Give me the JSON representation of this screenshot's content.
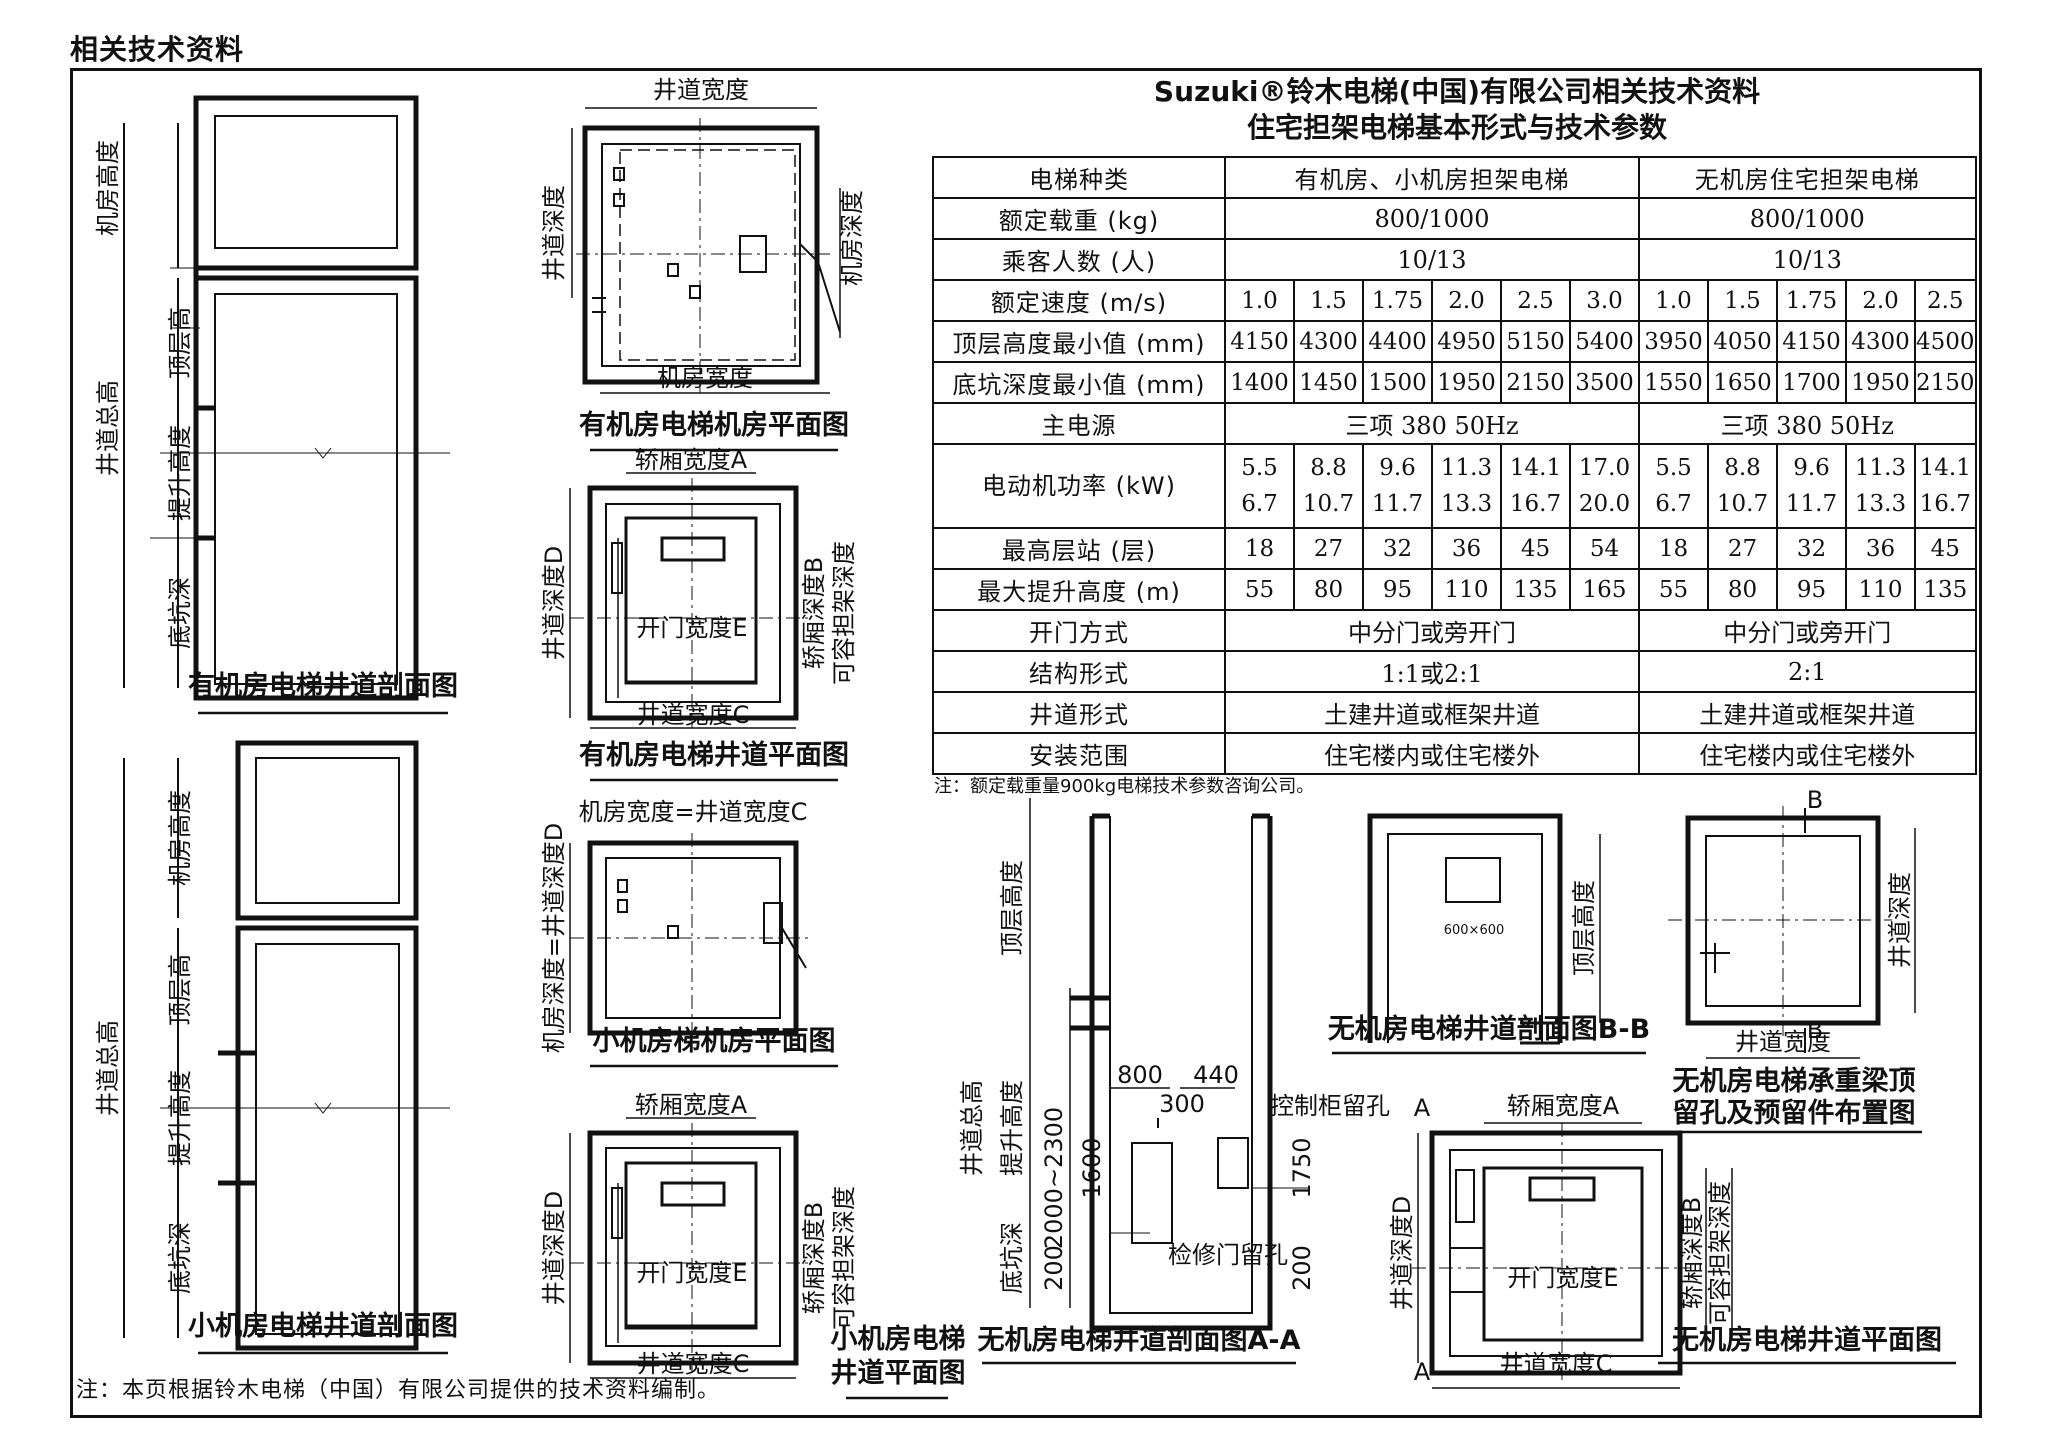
{
  "header": "相关技术资料",
  "footnote": "注：本页根据铃木电梯（中国）有限公司提供的技术资料编制。",
  "table": {
    "title_line1": "Suzuki®铃木电梯(中国)有限公司相关技术资料",
    "title_line2": "住宅担架电梯基本形式与技术参数",
    "col_headers": [
      "电梯种类",
      "有机房、小机房担架电梯",
      "无机房住宅担架电梯"
    ],
    "rows": [
      {
        "label": "额定载重 (kg)",
        "a": "800/1000",
        "b": "800/1000"
      },
      {
        "label": "乘客人数 (人)",
        "a": "10/13",
        "b": "10/13"
      },
      {
        "label": "额定速度 (m/s)",
        "a_vals": [
          "1.0",
          "1.5",
          "1.75",
          "2.0",
          "2.5",
          "3.0"
        ],
        "b_vals": [
          "1.0",
          "1.5",
          "1.75",
          "2.0",
          "2.5"
        ]
      },
      {
        "label": "顶层高度最小值 (mm)",
        "a_vals": [
          "4150",
          "4300",
          "4400",
          "4950",
          "5150",
          "5400"
        ],
        "b_vals": [
          "3950",
          "4050",
          "4150",
          "4300",
          "4500"
        ]
      },
      {
        "label": "底坑深度最小值 (mm)",
        "a_vals": [
          "1400",
          "1450",
          "1500",
          "1950",
          "2150",
          "3500"
        ],
        "b_vals": [
          "1550",
          "1650",
          "1700",
          "1950",
          "2150"
        ]
      },
      {
        "label": "主电源",
        "a": "三项 380 50Hz",
        "b": "三项 380 50Hz"
      },
      {
        "label": "电动机功率 (kW)",
        "a_line1": [
          "5.5",
          "8.8",
          "9.6",
          "11.3",
          "14.1",
          "17.0"
        ],
        "a_line2": [
          "6.7",
          "10.7",
          "11.7",
          "13.3",
          "16.7",
          "20.0"
        ],
        "b_line1": [
          "5.5",
          "8.8",
          "9.6",
          "11.3",
          "14.1"
        ],
        "b_line2": [
          "6.7",
          "10.7",
          "11.7",
          "13.3",
          "16.7"
        ]
      },
      {
        "label": "最高层站 (层)",
        "a_vals": [
          "18",
          "27",
          "32",
          "36",
          "45",
          "54"
        ],
        "b_vals": [
          "18",
          "27",
          "32",
          "36",
          "45"
        ]
      },
      {
        "label": "最大提升高度 (m)",
        "a_vals": [
          "55",
          "80",
          "95",
          "110",
          "135",
          "165"
        ],
        "b_vals": [
          "55",
          "80",
          "95",
          "110",
          "135"
        ]
      },
      {
        "label": "开门方式",
        "a": "中分门或旁开门",
        "b": "中分门或旁开门"
      },
      {
        "label": "结构形式",
        "a": "1:1或2:1",
        "b": "2:1"
      },
      {
        "label": "井道形式",
        "a": "土建井道或框架井道",
        "b": "土建井道或框架井道"
      },
      {
        "label": "安装范围",
        "a": "住宅楼内或住宅楼外",
        "b": "住宅楼内或住宅楼外"
      }
    ],
    "note": "注：额定载重量900kg电梯技术参数咨询公司。"
  },
  "captions": {
    "mr_section": "有机房电梯井道剖面图",
    "mr_machine_plan": "有机房电梯机房平面图",
    "mr_shaft_plan": "有机房电梯井道平面图",
    "smr_section": "小机房电梯井道剖面图",
    "smr_machine_plan": "小机房梯机房平面图",
    "smr_shaft_plan_1": "小机房电梯",
    "smr_shaft_plan_2": "井道平面图",
    "mrl_section_aa": "无机房电梯井道剖面图A-A",
    "mrl_section_bb": "无机房电梯井道剖面图B-B",
    "mrl_beam_1": "无机房电梯承重梁顶",
    "mrl_beam_2": "留孔及预留件布置图",
    "mrl_shaft_plan": "无机房电梯井道平面图"
  },
  "labels": {
    "machine_room_height": "机房高度",
    "top_floor_height_short": "顶层高",
    "top_floor_height": "顶层高度",
    "shaft_total_height": "井道总高",
    "lift_height": "提升高度",
    "pit_depth": "底坑深",
    "shaft_width": "井道宽度",
    "shaft_depth": "井道深度",
    "machine_room_width": "机房宽度",
    "machine_room_depth": "机房深度",
    "car_width_a": "轿厢宽度A",
    "shaft_depth_d": "井道深度D",
    "car_depth_b": "轿厢深度B",
    "stretcher_depth": "可容担架深度",
    "door_width_e": "开门宽度E",
    "shaft_width_c": "井道宽度C",
    "mr_width_eq": "机房宽度=井道宽度C",
    "mr_depth_eq": "机房深度=井道深度D",
    "hole_600": "600×600",
    "control_cabinet_hole": "控制柜留孔",
    "inspection_door_hole": "检修门留孔",
    "dim_800": "800",
    "dim_440": "440",
    "dim_300": "300",
    "dim_2000_2300": "2000~2300",
    "dim_1600": "1600",
    "dim_1750": "1750",
    "dim_200": "200",
    "mark_a": "A",
    "mark_b": "B"
  }
}
